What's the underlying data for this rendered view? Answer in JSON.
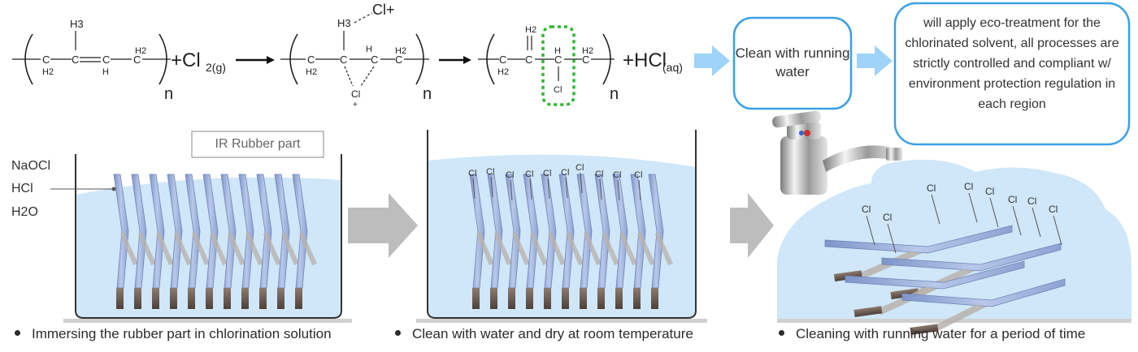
{
  "reaction": {
    "subscript_n": "n",
    "plus_cl2": "+Cl",
    "cl2_sub": "2(g)",
    "plus_hcl": "+HCl",
    "hcl_sub": "(aq)",
    "cl_plus": "Cl+",
    "cl_label": "Cl",
    "h3": "H3",
    "h2": "H2",
    "h": "H",
    "c": "C",
    "plus_sign": "+"
  },
  "boxes": {
    "clean_box": "Clean with running water",
    "eco_box": "will apply eco-treatment for the chlorinated solvent, all processes are strictly controlled and compliant w/ environment protection regulation in each region"
  },
  "stage1": {
    "tank_label": "IR Rubber part",
    "chemicals": [
      "NaOCl",
      "HCl",
      "H2O"
    ],
    "caption": "Immersing the rubber part in chlorination solution"
  },
  "stage2": {
    "cl_tag": "Cl",
    "caption": "Clean with water and dry at room temperature"
  },
  "stage3": {
    "cl_tag": "Cl",
    "caption": "Cleaning with running water for a period of time"
  },
  "colors": {
    "water": "#cfe7f8",
    "box_border": "#3aa0e6",
    "arrow_blue": "#9fd3f7",
    "arrow_gray": "#bdbdbd",
    "dotted_green": "#2db82d"
  }
}
